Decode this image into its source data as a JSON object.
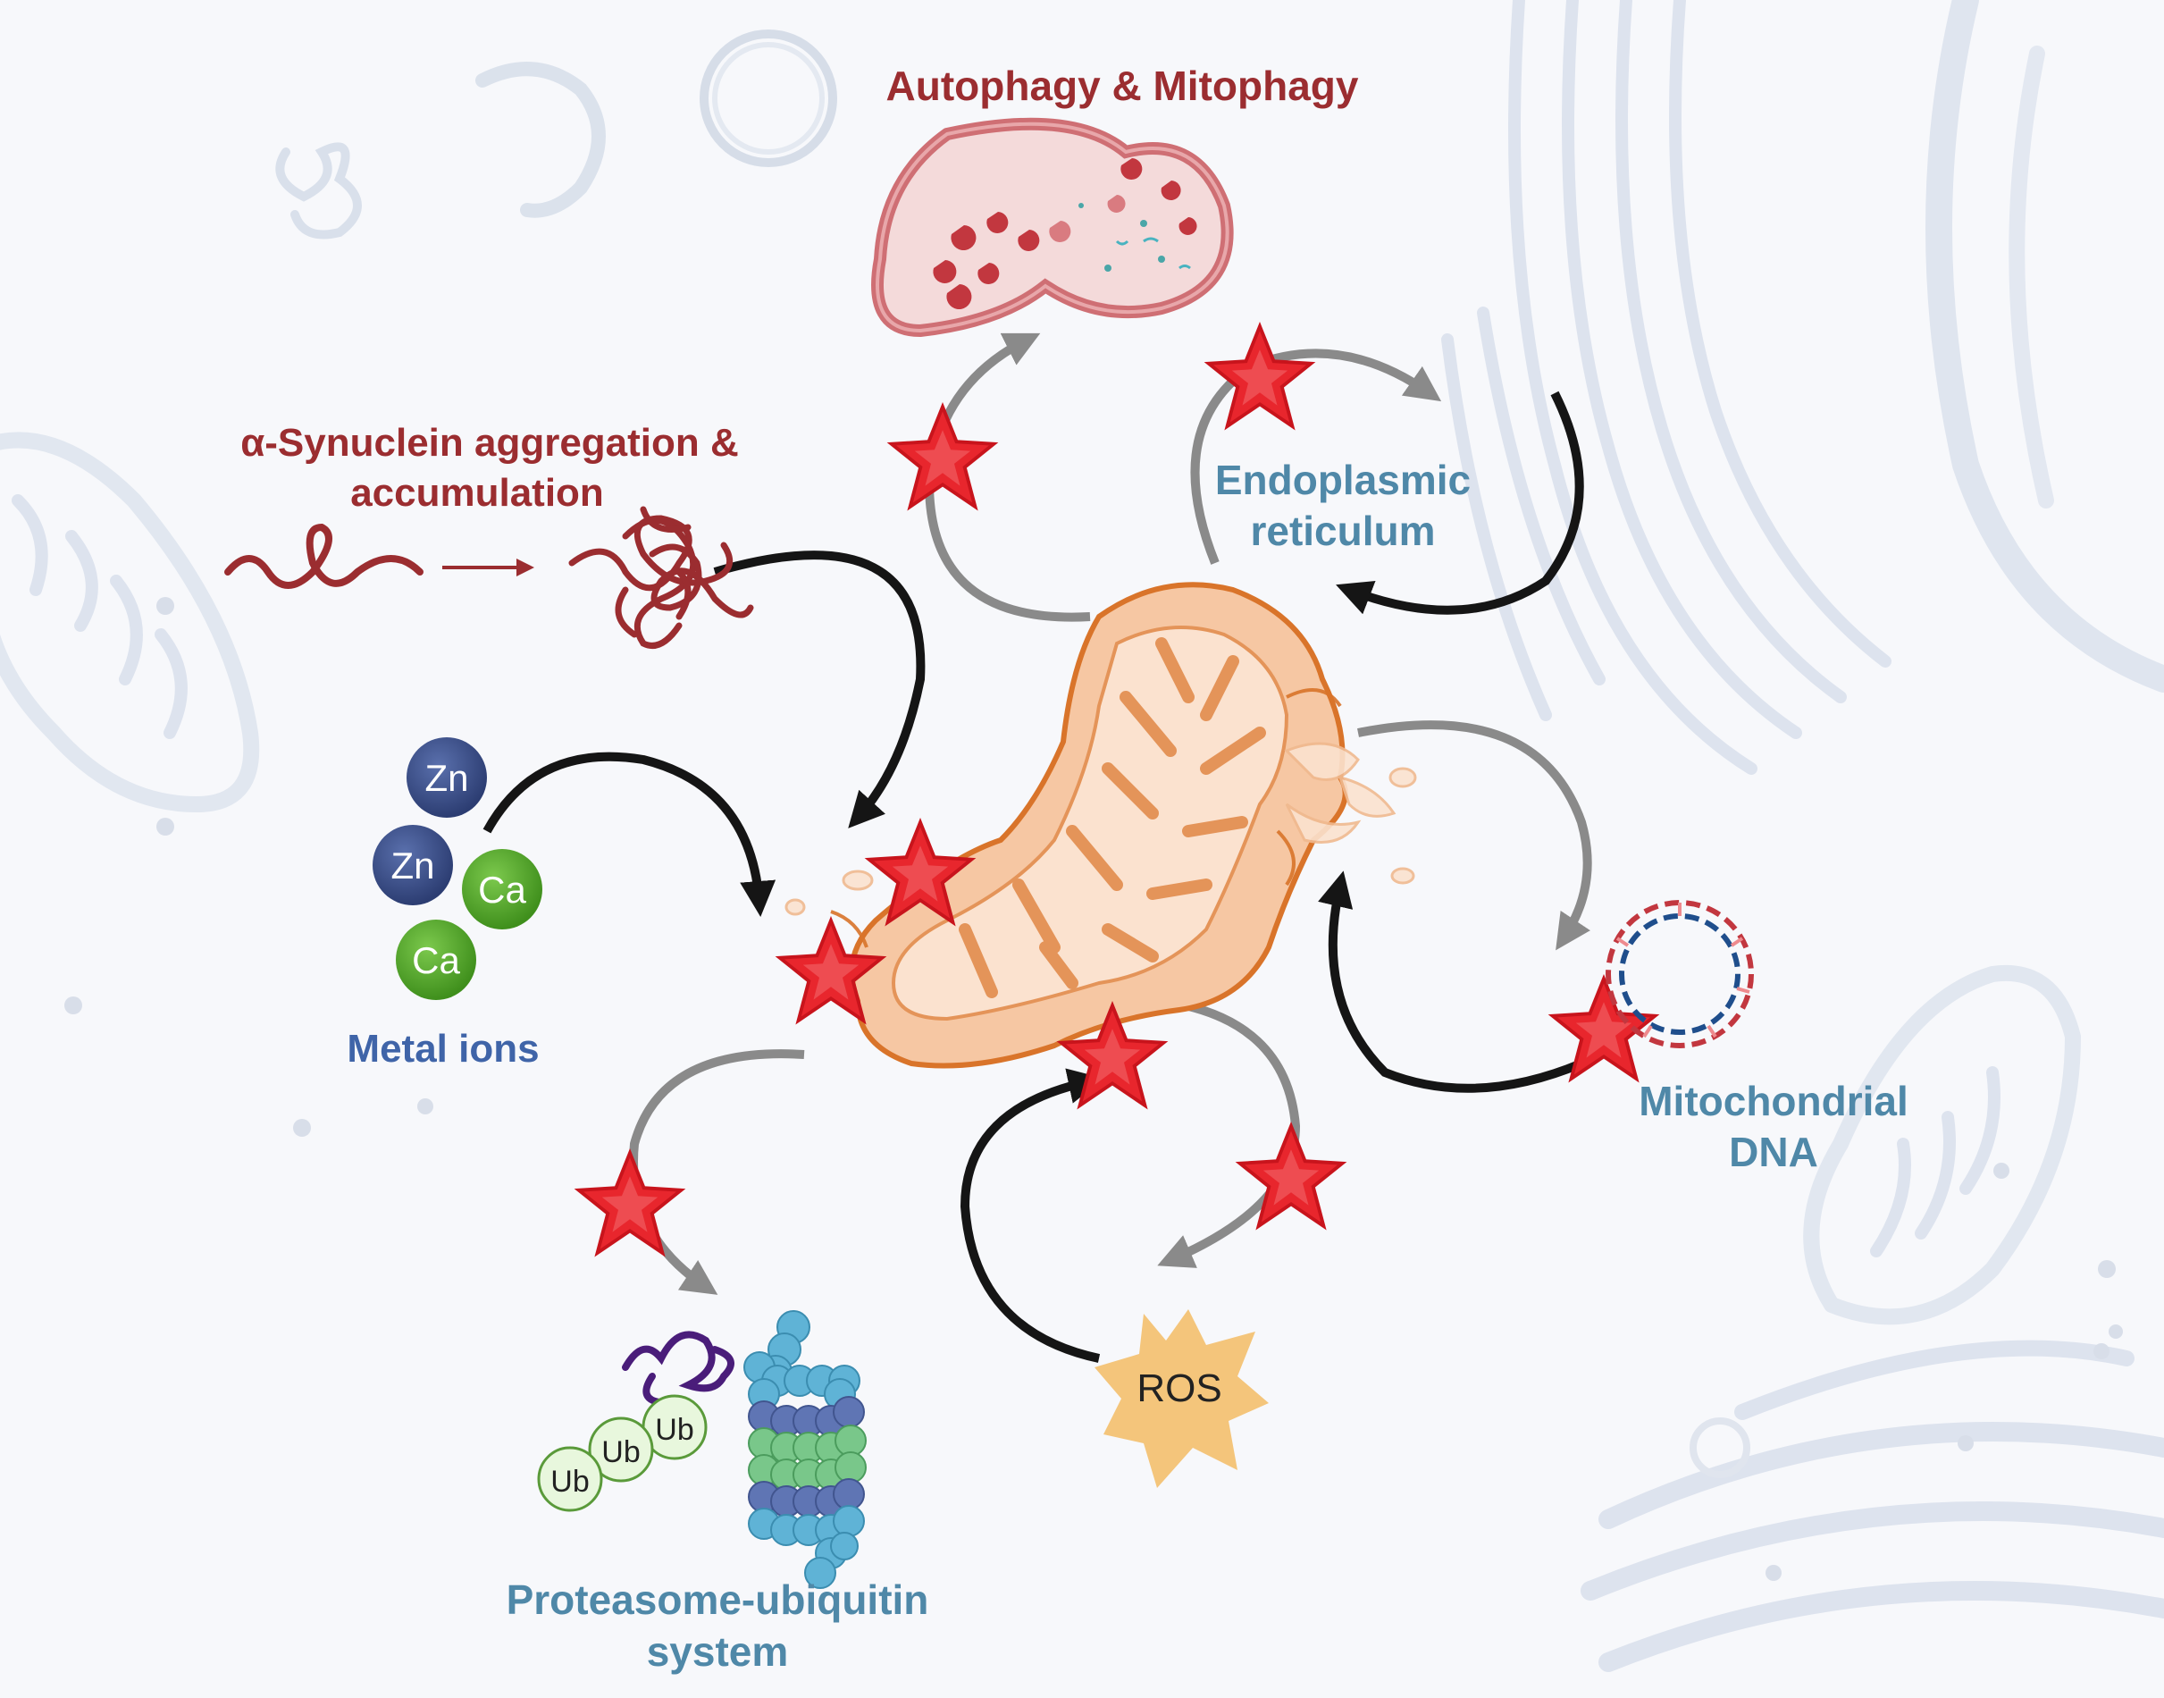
{
  "labels": {
    "autophagy": "Autophagy & Mitophagy",
    "synuclein_line1": "α-Synuclein aggregation &",
    "synuclein_line2": "accumulation",
    "er_line1": "Endoplasmic",
    "er_line2": "reticulum",
    "metal_ions": "Metal ions",
    "mtdna_line1": "Mitochondrial",
    "mtdna_line2": "DNA",
    "ros": "ROS",
    "ups_line1": "Proteasome-ubiquitin",
    "ups_line2": "system"
  },
  "ions": {
    "zn": "Zn",
    "ca": "Ca"
  },
  "ubiquitin": "Ub",
  "colors": {
    "red_title": "#9b2d30",
    "blue_label": "#4f88a8",
    "metal_label": "#3f64a8",
    "zn": "#3b5089",
    "ca": "#5aab2e",
    "star": "#e8262d",
    "mito_fill": "#f6c7a3",
    "mito_stroke": "#d9742a",
    "ros": "#f4c57b",
    "bg": "#f7f8fb"
  }
}
